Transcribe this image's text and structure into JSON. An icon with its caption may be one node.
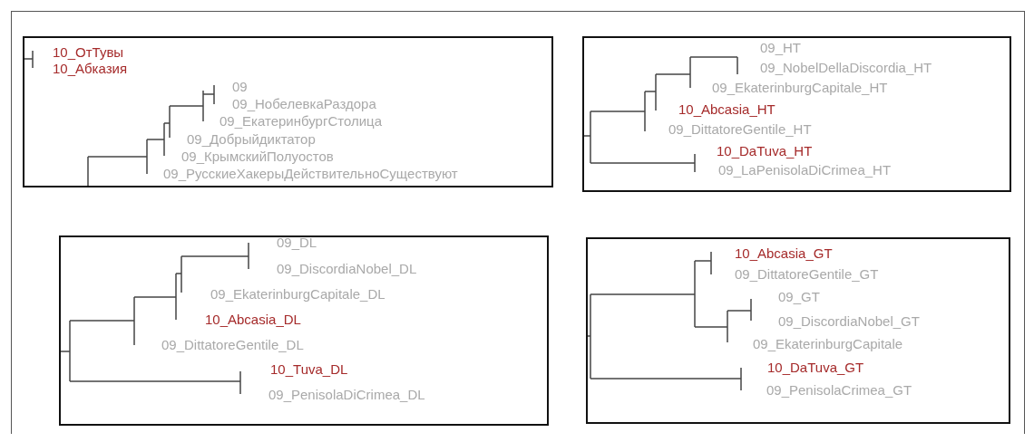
{
  "diagram": {
    "nodes": [
      {
        "text": [
          "10_ОтТувы",
          "10_Абказия",
          "09",
          "09_НобелевкаРаздора",
          "09_ЕкатеринбургСтолица",
          "09_Добрыйдиктатор",
          "09_КрымскийПолуостов",
          "09_РусскиеХакерыДействительноСуществуют"
        ]
      },
      {
        "text": [
          "09_HT",
          "09_NobelDellaDiscordia_HT",
          "09_EkaterinburgCapitale_HT",
          "10_Abcasia_HT",
          "09_DittatoreGentile_HT",
          "10_DaTuva_HT",
          "09_LaPenisolaDiCrimea_HT"
        ]
      },
      {
        "text": [
          "09_DL",
          "09_DiscordiaNobel_DL",
          "09_EkaterinburgCapitale_DL",
          "10_Abcasia_DL",
          "09_DittatoreGentile_DL",
          "10_Tuva_DL",
          "09_PenisolaDiCrimea_DL"
        ]
      },
      {
        "text": [
          "10_Abcasia_GT",
          "09_DittatoreGentile_GT",
          "09_GT",
          "09_DiscordiaNobel_GT",
          "09_EkaterinburgCapitale",
          "10_DaTuva_GT",
          "09_PenisolaCrimea_GT"
        ]
      }
    ]
  }
}
